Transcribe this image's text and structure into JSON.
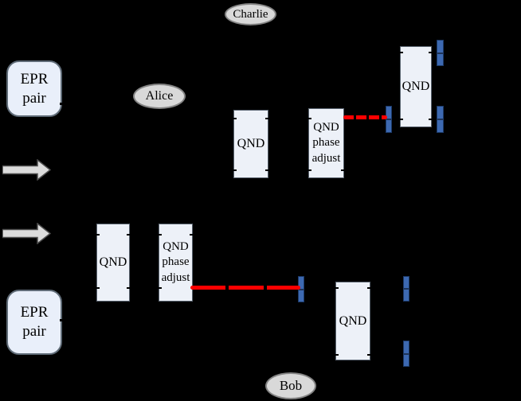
{
  "labels": {
    "epr_line1": "EPR",
    "epr_line2": "pair",
    "qnd": "QND",
    "phase_line1": "QND",
    "phase_line2": "phase",
    "phase_line3": "adjust",
    "charlie": "Charlie",
    "alice": "Alice",
    "bob": "Bob"
  },
  "colors": {
    "background": "#000000",
    "light_box_fill": "#edf1f8",
    "epr_box_fill": "#e9effa",
    "box_border": "#5a6470",
    "ellipse_fill": "#d9d9d9",
    "ellipse_border": "#848484",
    "blue_bar_fill": "#3d69b1",
    "blue_bar_border": "#1c3a69",
    "red_link": "#ff0000",
    "arrow_fill": "#dcdcdc"
  }
}
